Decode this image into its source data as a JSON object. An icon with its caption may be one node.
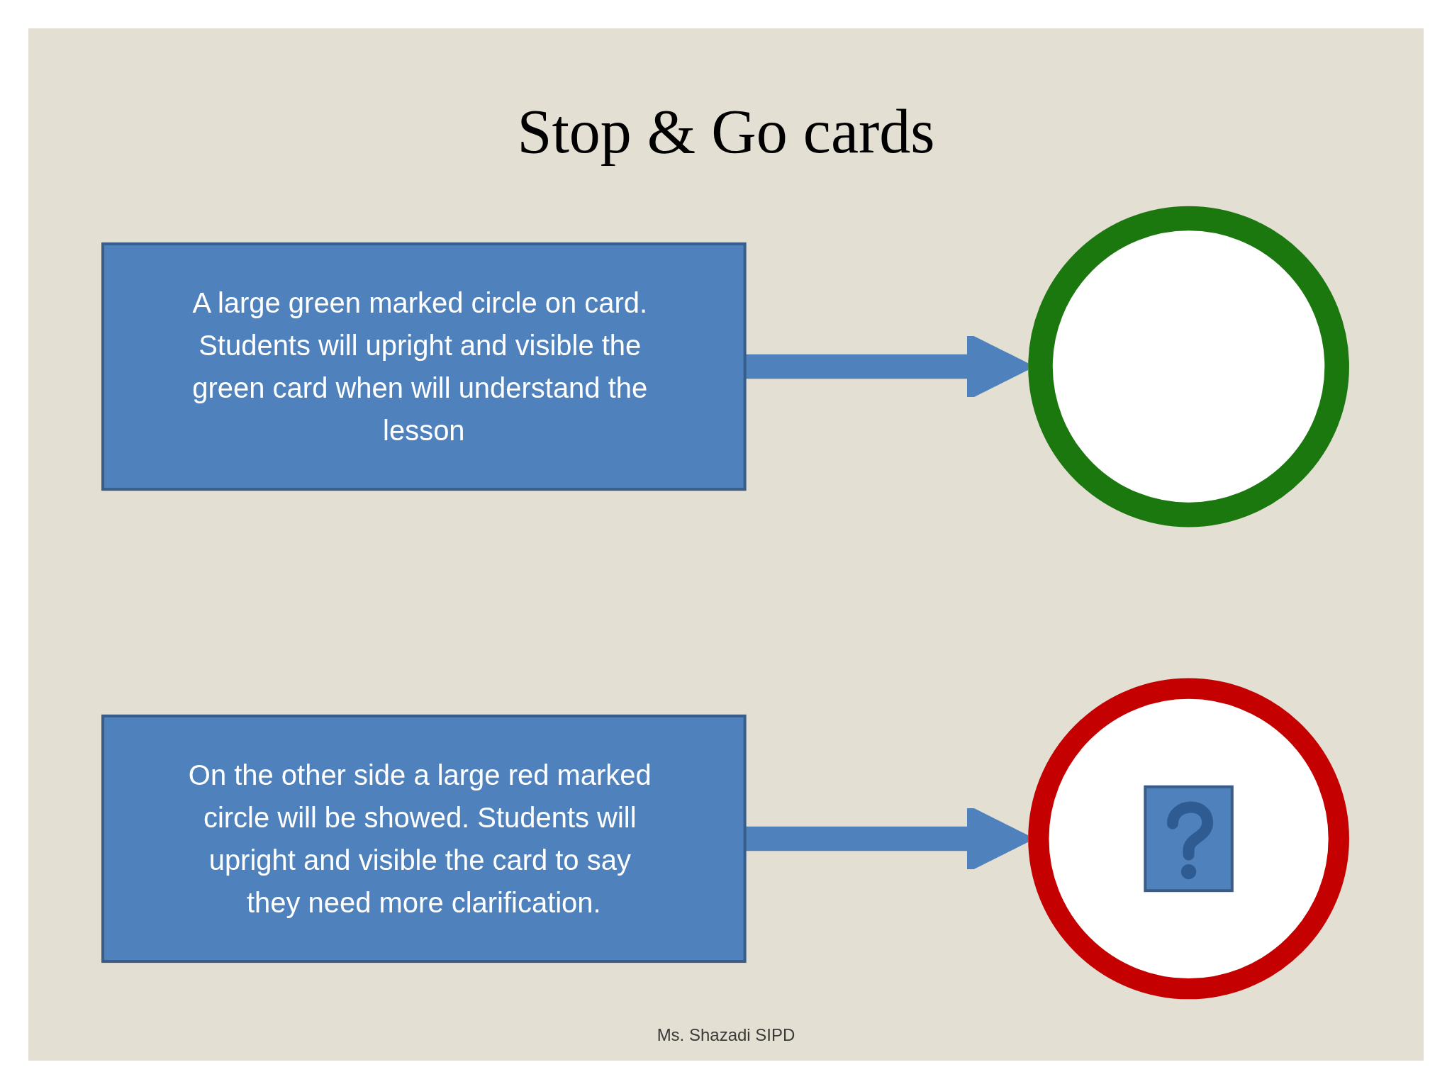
{
  "diagram": {
    "title": "Stop & Go cards",
    "nodes": [
      {
        "text": [
          "A large green marked circle on card. Students will upright and visible the green card when will understand the lesson"
        ]
      },
      {
        "text": [],
        "shape": "circle"
      },
      {
        "text": [
          "On the other side a large red marked circle will be showed. Students will upright and visible the card to say they need more clarification."
        ]
      },
      {
        "text": [],
        "shape": "circle"
      }
    ],
    "edges": [
      {
        "from": 0,
        "to": 1,
        "arrow": "to"
      },
      {
        "from": 2,
        "to": 3,
        "arrow": "to"
      }
    ],
    "labels": [
      "Ms. Shazadi SIPD"
    ]
  }
}
